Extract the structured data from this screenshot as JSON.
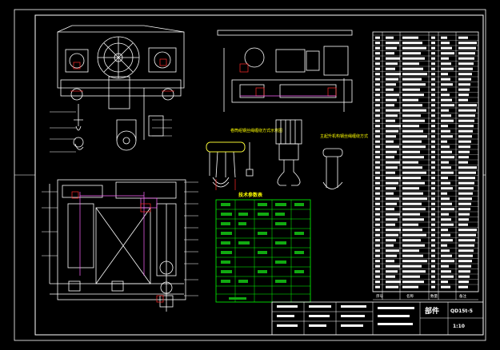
{
  "drawing": {
    "canvas_background": "#000000",
    "line_colors": {
      "frame": "#ffffff",
      "geometry": "#ffffff",
      "accent": "#ff2a2a",
      "alt_accent": "#ff66ff",
      "table_grid": "#00ff00",
      "table_fill": "#11aa11",
      "dimension": "#ffffff",
      "highlight": "#ffff00"
    },
    "labels": {
      "annotation_left": "卷筒组钢丝绳缠绕方式示意图",
      "annotation_right": "主起升机构钢丝绳缠绕方式",
      "table_title": "技术参数表",
      "title_block_name": "部件",
      "title_block_code": "QD15t-5",
      "title_block_scale": "1:10",
      "parts_footer_col1": "序号",
      "parts_footer_col2": "名称",
      "parts_footer_col3": "数量",
      "parts_footer_col4": "备注"
    },
    "icons": {
      "crane_front_view": "crane-front-view-icon",
      "crane_top_view": "crane-top-view-icon",
      "trolley_side_view": "trolley-side-view-icon",
      "hook_block": "hook-block-icon",
      "rope_reeving": "rope-reeving-icon"
    }
  }
}
